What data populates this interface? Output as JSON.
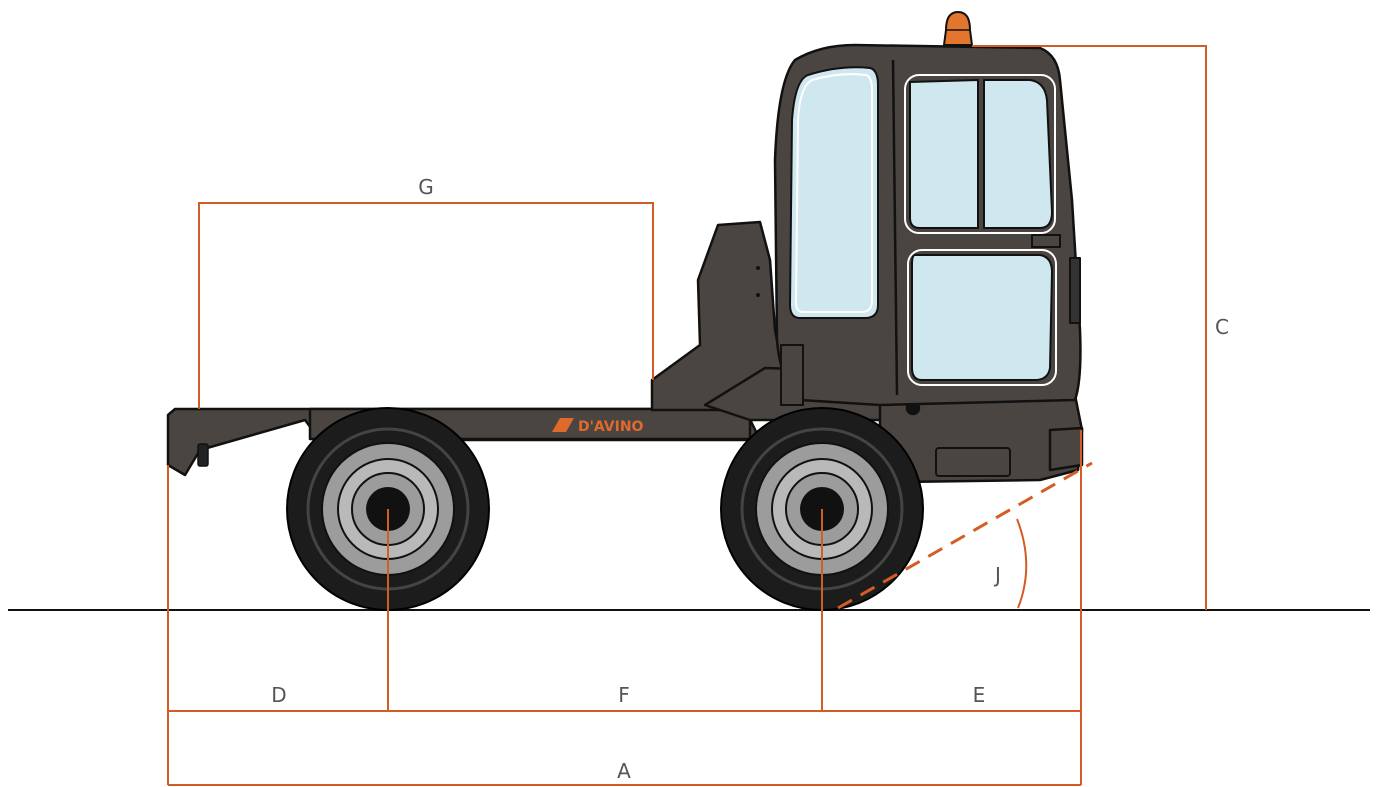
{
  "diagram": {
    "labels": {
      "A": "A",
      "C": "C",
      "D": "D",
      "E": "E",
      "F": "F",
      "G": "G",
      "J": "J"
    },
    "brand_text": "D'AVINO",
    "colors": {
      "dimension_line": "#d35d24",
      "body": "#4a4541",
      "window": "#cfe7ef",
      "beacon": "#e3762f",
      "tire": "#1c1c1c",
      "rim": "#9c9c9c",
      "ground": "#111111"
    }
  }
}
